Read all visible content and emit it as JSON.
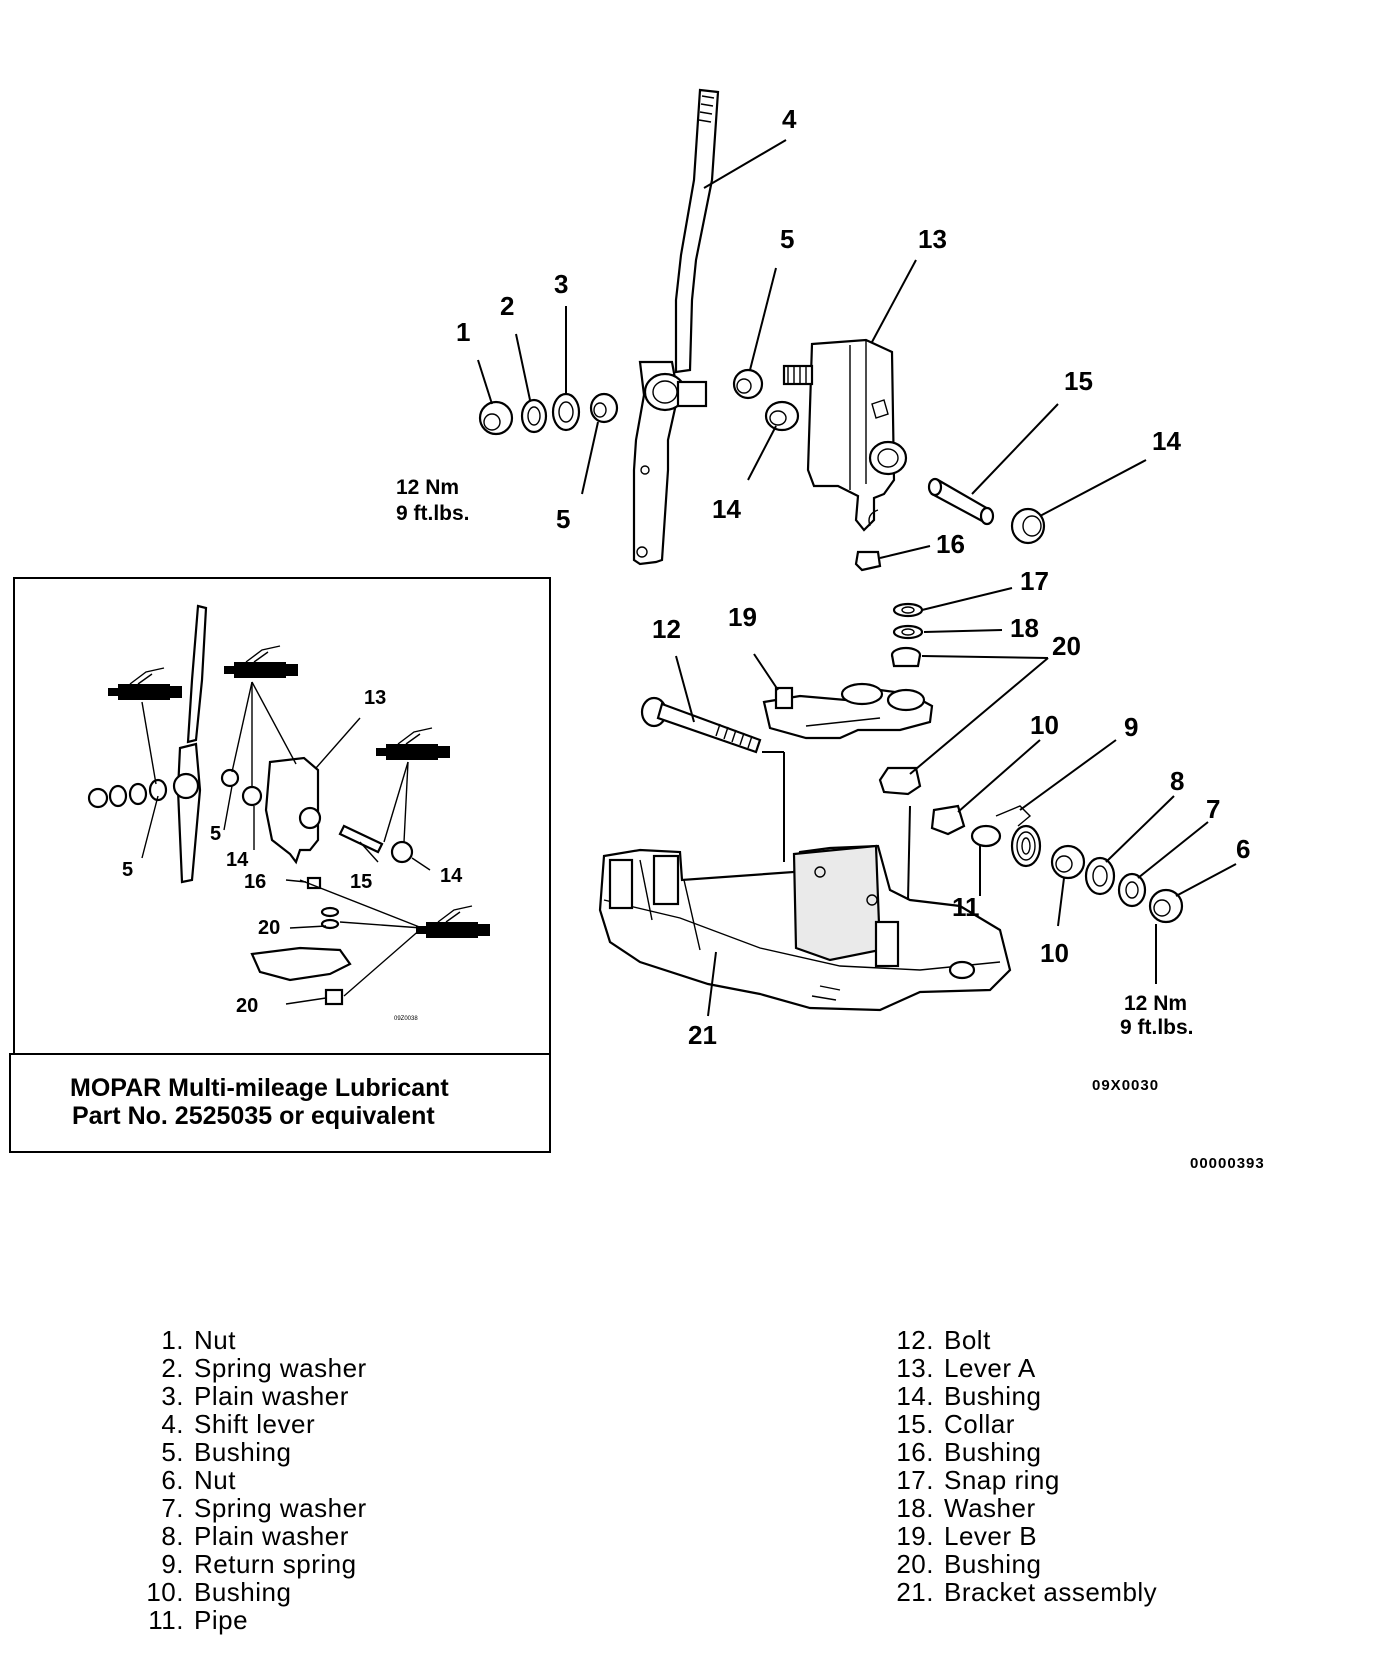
{
  "main_callouts": [
    "1",
    "2",
    "3",
    "4",
    "5",
    "5",
    "13",
    "15",
    "14",
    "14",
    "16",
    "17",
    "18",
    "20",
    "19",
    "12",
    "10",
    "9",
    "8",
    "7",
    "6",
    "11",
    "10",
    "21"
  ],
  "torque_top": {
    "line1": "12 Nm",
    "line2": "9 ft.lbs."
  },
  "torque_bottom": {
    "line1": "12 Nm",
    "line2": "9 ft.lbs."
  },
  "figure_code": "09X0030",
  "image_code": "00000393",
  "inset": {
    "callouts": [
      "13",
      "5",
      "5",
      "14",
      "16",
      "15",
      "14",
      "20",
      "20"
    ],
    "tiny_code": "09Z0038",
    "note_line1": "MOPAR Multi-mileage Lubricant",
    "note_line2": "Part No. 2525035 or equivalent"
  },
  "legend_left": [
    {
      "num": "1.",
      "name": "Nut"
    },
    {
      "num": "2.",
      "name": "Spring washer"
    },
    {
      "num": "3.",
      "name": "Plain washer"
    },
    {
      "num": "4.",
      "name": "Shift lever"
    },
    {
      "num": "5.",
      "name": "Bushing"
    },
    {
      "num": "6.",
      "name": "Nut"
    },
    {
      "num": "7.",
      "name": "Spring washer"
    },
    {
      "num": "8.",
      "name": "Plain washer"
    },
    {
      "num": "9.",
      "name": "Return spring"
    },
    {
      "num": "10.",
      "name": "Bushing"
    },
    {
      "num": "11.",
      "name": "Pipe"
    }
  ],
  "legend_right": [
    {
      "num": "12.",
      "name": "Bolt"
    },
    {
      "num": "13.",
      "name": "Lever A"
    },
    {
      "num": "14.",
      "name": "Bushing"
    },
    {
      "num": "15.",
      "name": "Collar"
    },
    {
      "num": "16.",
      "name": "Bushing"
    },
    {
      "num": "17.",
      "name": "Snap ring"
    },
    {
      "num": "18.",
      "name": "Washer"
    },
    {
      "num": "19.",
      "name": "Lever B"
    },
    {
      "num": "20.",
      "name": "Bushing"
    },
    {
      "num": "21.",
      "name": "Bracket assembly"
    }
  ]
}
